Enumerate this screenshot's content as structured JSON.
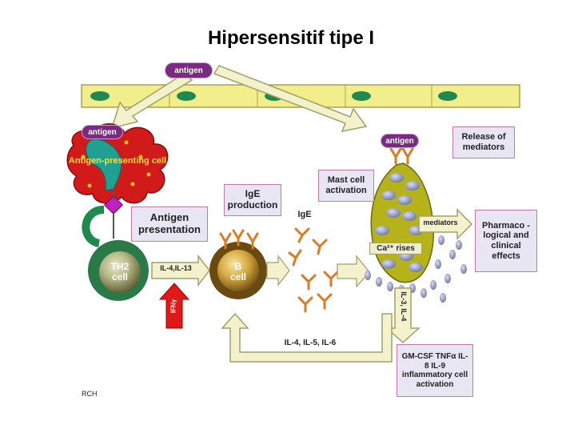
{
  "title": "Hipersensitif tipe I",
  "antigen_top": "antigen",
  "antigen_apc": "antigen",
  "antigen_mast": "antigen",
  "apc_label": "Antigen-presenting cell",
  "antigen_presentation": "Antigen presentation",
  "th2_cell": "TH2 cell",
  "il4_il13": "IL-4,IL-13",
  "ifn_gamma": "IFNγ",
  "ige_production": "IgE production",
  "b_cell": "B cell",
  "ige_label": "IgE",
  "mast_cell_activation": "Mast cell activation",
  "release_of_mediators": "Release of mediators",
  "ca_rises": "Ca²⁺ rises",
  "mediators": "mediators",
  "pharmaco": "Pharmaco -logical and clinical effects",
  "il_mast": "IL-3, IL-4",
  "inflammatory": "GM-CSF TNFα IL-8 IL-9 inflammatory cell activation",
  "feedback": "IL-4, IL-5, IL-6",
  "credit": "RCH",
  "colors": {
    "epithelium": "#f2ee8c",
    "nucleus": "#1f8a4f",
    "arrow_fill": "#f4f2cc",
    "arrow_stroke": "#a0a06a",
    "th2": "#8a8a58",
    "bcell": "#b89030",
    "mast": "#b6b21a",
    "apc": "#d31a1a",
    "antibody": "#e07a20",
    "ifn_arrow": "#e01818"
  }
}
